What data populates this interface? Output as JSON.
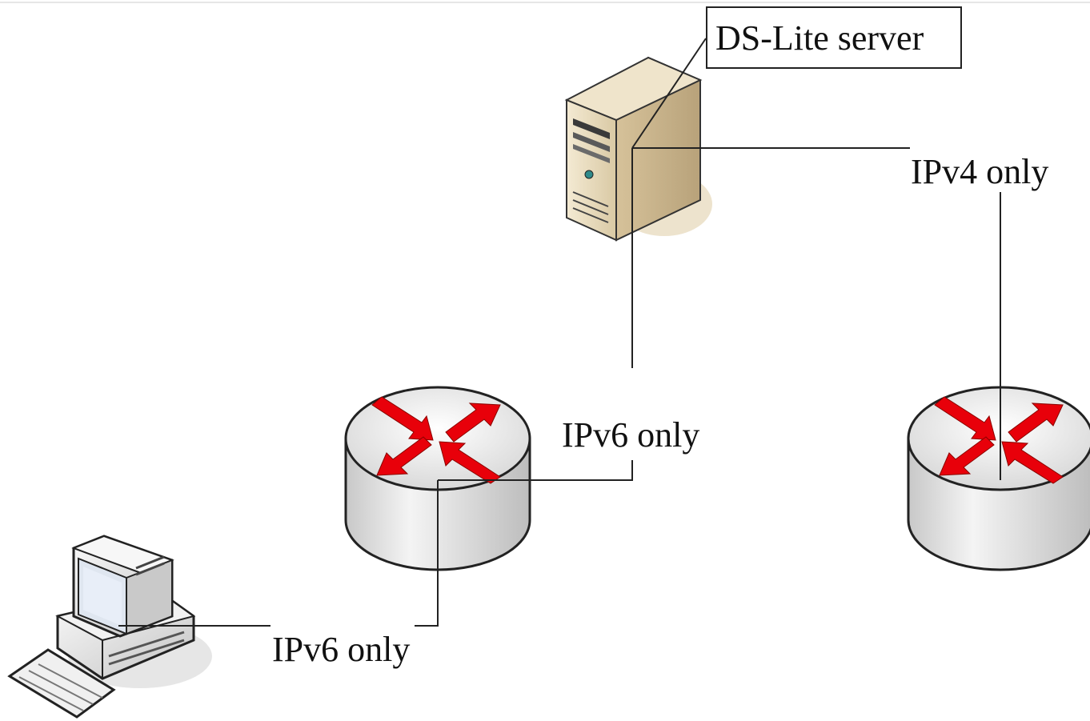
{
  "labels": {
    "server": "DS-Lite server",
    "ipv4_link": "IPv4 only",
    "ipv6_link_upper": "IPv6 only",
    "ipv6_link_lower": "IPv6 only"
  },
  "colors": {
    "router_arrow": "#e8000a",
    "line": "#222222",
    "server_body": "#e6d9bf",
    "router_body": "#e4e4e4"
  },
  "icons": [
    "server-icon",
    "router-icon",
    "router-icon",
    "desktop-computer-icon"
  ]
}
